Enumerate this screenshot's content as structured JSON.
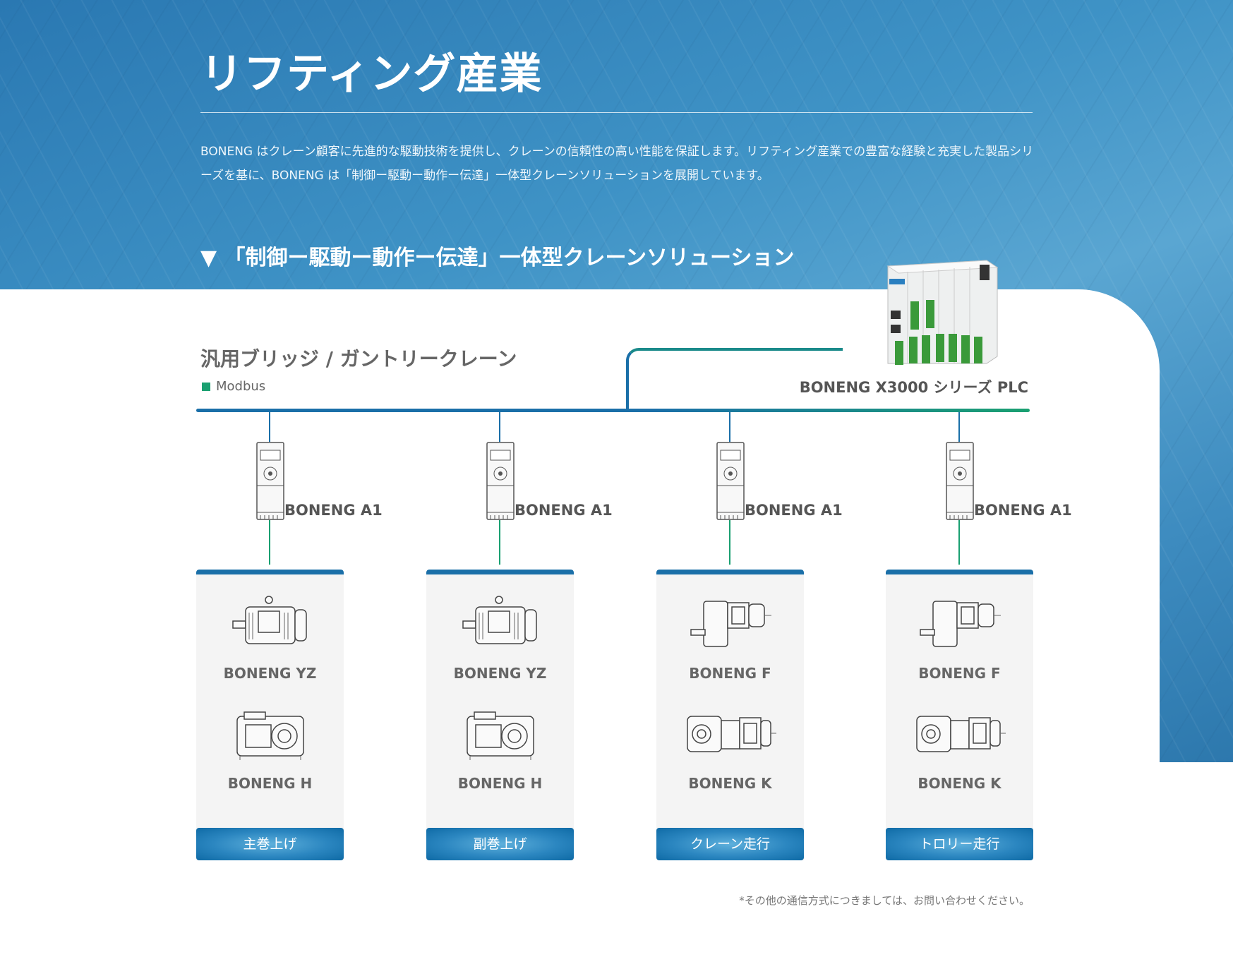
{
  "header": {
    "title": "リフティング産業",
    "paragraph": "BONENG はクレーン顧客に先進的な駆動技術を提供し、クレーンの信頼性の高い性能を保証します。リフティング産業での豊富な経験と充実した製品シリーズを基に、BONENG は「制御ー駆動ー動作ー伝達」一体型クレーンソリューションを展開しています。",
    "section_title": "▼ 「制御ー駆動ー動作ー伝達」一体型クレーンソリューション"
  },
  "diagram": {
    "subtitle": "汎用ブリッジ / ガントリークレーン",
    "legend": "Modbus",
    "plc_label": "BONENG X3000 シリーズ PLC",
    "colors": {
      "blue": "#1a6fa8",
      "green": "#1aa071"
    },
    "columns": [
      {
        "drive": "BONENG A1",
        "product1": "BONENG YZ",
        "product2": "BONENG H",
        "function": "主巻上げ"
      },
      {
        "drive": "BONENG A1",
        "product1": "BONENG YZ",
        "product2": "BONENG H",
        "function": "副巻上げ"
      },
      {
        "drive": "BONENG A1",
        "product1": "BONENG F",
        "product2": "BONENG K",
        "function": "クレーン走行"
      },
      {
        "drive": "BONENG A1",
        "product1": "BONENG F",
        "product2": "BONENG K",
        "function": "トロリー走行"
      }
    ]
  },
  "footnote": "*その他の通信方式につきましては、お問い合わせください。"
}
